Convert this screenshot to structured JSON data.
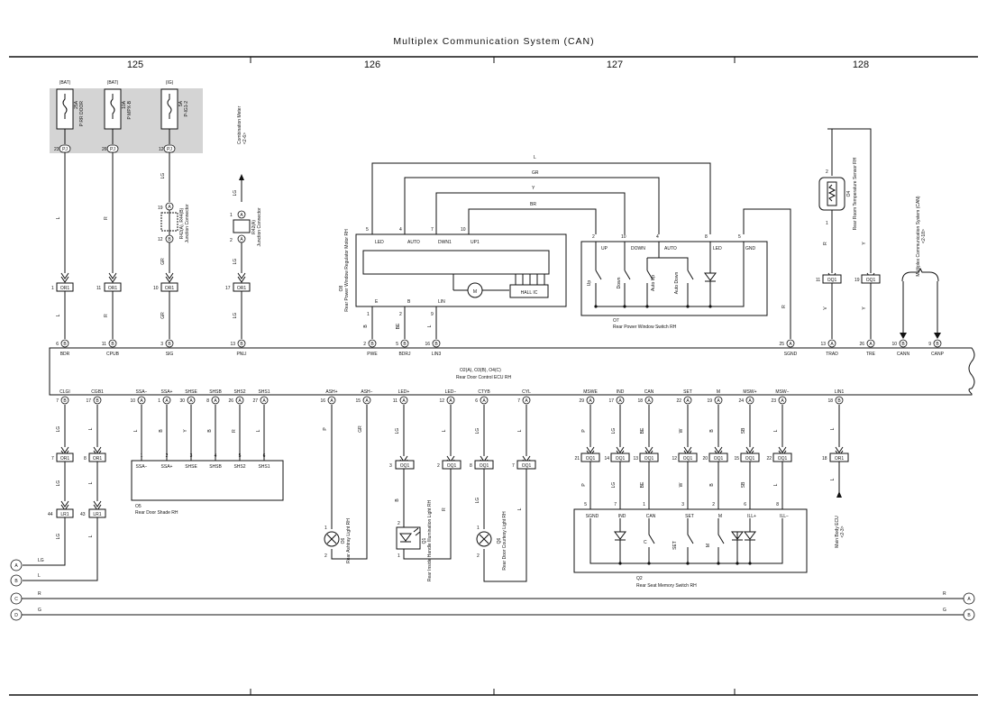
{
  "title": "Multiplex Communication System (CAN)",
  "columns": [
    "125",
    "126",
    "127",
    "128"
  ],
  "ecu": {
    "label": "O2(A), O3(B), O4(C)",
    "name": "Rear Door Control ECU RH",
    "top_pins": [
      {
        "pin": "6",
        "conn": "B",
        "name": "BDR"
      },
      {
        "pin": "11",
        "conn": "B",
        "name": "CPUB"
      },
      {
        "pin": "3",
        "conn": "B",
        "name": "SIG"
      },
      {
        "pin": "13",
        "conn": "B",
        "name": "PNLI"
      },
      {
        "pin": "2",
        "conn": "B",
        "name": "PWE"
      },
      {
        "pin": "5",
        "conn": "B",
        "name": "BDRJ"
      },
      {
        "pin": "16",
        "conn": "B",
        "name": "LIN3"
      },
      {
        "pin": "25",
        "conn": "A",
        "name": "SGND"
      },
      {
        "pin": "13",
        "conn": "A",
        "name": "TRAD"
      },
      {
        "pin": "26",
        "conn": "A",
        "name": "TRE"
      },
      {
        "pin": "10",
        "conn": "B",
        "name": "CANN"
      },
      {
        "pin": "9",
        "conn": "B",
        "name": "CANP"
      }
    ],
    "bottom_pins": [
      {
        "pin": "7",
        "conn": "B",
        "name": "CLGI"
      },
      {
        "pin": "17",
        "conn": "B",
        "name": "CGB1"
      },
      {
        "pin": "10",
        "conn": "A",
        "name": "SSA−"
      },
      {
        "pin": "1",
        "conn": "A",
        "name": "SSA+"
      },
      {
        "pin": "30",
        "conn": "A",
        "name": "SHSE"
      },
      {
        "pin": "8",
        "conn": "A",
        "name": "SHSB"
      },
      {
        "pin": "26",
        "conn": "A",
        "name": "SHS2"
      },
      {
        "pin": "27",
        "conn": "A",
        "name": "SHS1"
      },
      {
        "pin": "16",
        "conn": "A",
        "name": "ASH+"
      },
      {
        "pin": "15",
        "conn": "A",
        "name": "ASH−"
      },
      {
        "pin": "11",
        "conn": "A",
        "name": "LED+"
      },
      {
        "pin": "12",
        "conn": "A",
        "name": "LED−"
      },
      {
        "pin": "6",
        "conn": "A",
        "name": "CTYB"
      },
      {
        "pin": "7",
        "conn": "A",
        "name": "CYL"
      },
      {
        "pin": "29",
        "conn": "A",
        "name": "MSWE"
      },
      {
        "pin": "17",
        "conn": "A",
        "name": "IND"
      },
      {
        "pin": "18",
        "conn": "A",
        "name": "CAN"
      },
      {
        "pin": "22",
        "conn": "A",
        "name": "SET"
      },
      {
        "pin": "19",
        "conn": "A",
        "name": "M"
      },
      {
        "pin": "24",
        "conn": "A",
        "name": "MSW+"
      },
      {
        "pin": "23",
        "conn": "A",
        "name": "MSW−"
      },
      {
        "pin": "18",
        "conn": "B",
        "name": "LIN1"
      }
    ]
  },
  "fuses": [
    {
      "source": "(BAT)",
      "rating": "25A",
      "name": "P RR DOOR",
      "pin": "23",
      "conn": "PJ"
    },
    {
      "source": "(BAT)",
      "rating": "10A",
      "name": "P MPX-B",
      "pin": "26",
      "conn": "PJ"
    },
    {
      "source": "(IG)",
      "rating": "5A",
      "name": "P-IG1-2",
      "pin": "12",
      "conn": "PJ"
    }
  ],
  "junction_connector": {
    "id": "R42(A), R44(B)",
    "name": "Junction Connector",
    "pins": [
      "19",
      "12"
    ],
    "conns": [
      "A",
      "B"
    ]
  },
  "junction_connector2": {
    "id": "R42(A)",
    "name": "Junction Connector",
    "pins": [
      "1",
      "2"
    ],
    "conns": [
      "A",
      "A"
    ]
  },
  "combination_meter": {
    "name": "Combination Meter",
    "ref": "<2-6>"
  },
  "connectors_top": [
    {
      "pin": "1",
      "id": "OR1",
      "wire_top": "L",
      "wire_bottom": "L"
    },
    {
      "pin": "11",
      "id": "OR1",
      "wire_top": "R",
      "wire_bottom": "R"
    },
    {
      "pin": "10",
      "id": "OR1",
      "wire_top": "GR",
      "wire_bottom": "GR"
    },
    {
      "pin": "17",
      "id": "OR1",
      "wire_top": "LG",
      "wire_bottom": "LG"
    }
  ],
  "motor": {
    "id": "O8",
    "name": "Rear Power Window Regulator Motor RH",
    "pins": [
      {
        "pin": "5",
        "name": "LED"
      },
      {
        "pin": "4",
        "name": "AUTO"
      },
      {
        "pin": "7",
        "name": "DWN1"
      },
      {
        "pin": "10",
        "name": "UP1"
      }
    ],
    "bottom_pins": [
      {
        "pin": "1",
        "name": "E",
        "wire": "B"
      },
      {
        "pin": "2",
        "name": "B",
        "wire": "BE"
      },
      {
        "pin": "9",
        "name": "LIN",
        "wire": "L"
      }
    ],
    "motor_label": "M",
    "ic_label": "HALL IC"
  },
  "window_switch": {
    "id": "O7",
    "name": "Rear Power Window Switch RH",
    "pins": [
      {
        "pin": "2",
        "name": "UP"
      },
      {
        "pin": "10",
        "name": "DOWN"
      },
      {
        "pin": "4",
        "name": "AUTO"
      },
      {
        "pin": "8",
        "name": "LED"
      },
      {
        "pin": "5",
        "name": "GND"
      }
    ],
    "switches": [
      "Up",
      "Down",
      "Auto Up",
      "Auto Down"
    ]
  },
  "wires_top": [
    {
      "label": "L"
    },
    {
      "label": "GR"
    },
    {
      "label": "Y"
    },
    {
      "label": "BR"
    }
  ],
  "temp_sensor": {
    "id": "O4",
    "name": "Rear Room Temperature Sensor RH",
    "pins": [
      "2",
      "1"
    ],
    "wires": [
      "R",
      "Y"
    ]
  },
  "oq_top": [
    {
      "pin": "11",
      "id": "OQ1",
      "wire": "V"
    },
    {
      "pin": "19",
      "id": "OQ1",
      "wire": "Y"
    }
  ],
  "mpx_ref": {
    "name": "Multiplex Communication System (CAN)",
    "ref": "<2-18>"
  },
  "shade": {
    "id": "O5",
    "name": "Rear Door Shade RH",
    "pins": [
      {
        "pin": "1",
        "name": "SSA−",
        "wire": "L"
      },
      {
        "pin": "2",
        "name": "SSA+",
        "wire": "B"
      },
      {
        "pin": "3",
        "name": "SHSE",
        "wire": "Y"
      },
      {
        "pin": "4",
        "name": "SHSB",
        "wire": "B"
      },
      {
        "pin": "5",
        "name": "SHS2",
        "wire": "R"
      },
      {
        "pin": "6",
        "name": "SHS1",
        "wire": "L"
      }
    ]
  },
  "bottom_left": [
    {
      "pin": "7",
      "id": "OR1",
      "lr_pin": "44",
      "lr_id": "LR1",
      "wire": "LG"
    },
    {
      "pin": "8",
      "id": "OR1",
      "lr_pin": "43",
      "lr_id": "LR1",
      "wire": "L"
    }
  ],
  "ashtray": {
    "id": "O6",
    "name": "Rear Ashtray Light RH",
    "wires": [
      "P",
      "GR"
    ],
    "pins": [
      "1",
      "2"
    ]
  },
  "illum": {
    "id": "Q1",
    "name": "Rear Inside Handle Illumination Light RH",
    "oq": [
      {
        "pin": "3",
        "id": "OQ1",
        "wire": "B"
      },
      {
        "pin": "2",
        "id": "OQ1",
        "wire": "R"
      }
    ],
    "pins": [
      "2",
      "1"
    ],
    "wires": [
      "LG",
      "L"
    ]
  },
  "courtesy": {
    "id": "Q6",
    "name": "Rear Door Courtesy Light RH",
    "oq": [
      {
        "pin": "8",
        "id": "OQ1",
        "wire": "LG"
      },
      {
        "pin": "7",
        "id": "OQ1",
        "wire": "L"
      }
    ],
    "pins": [
      "1",
      "2"
    ]
  },
  "memory_switch": {
    "id": "Q2",
    "name": "Rear Seat Memory Switch RH",
    "oq": [
      {
        "pin": "21",
        "id": "OQ1",
        "wire": "P"
      },
      {
        "pin": "14",
        "id": "OQ1",
        "wire": "LG"
      },
      {
        "pin": "13",
        "id": "OQ1",
        "wire": "BE"
      },
      {
        "pin": "12",
        "id": "OQ1",
        "wire": "W"
      },
      {
        "pin": "20",
        "id": "OQ1",
        "wire": "B"
      },
      {
        "pin": "15",
        "id": "OQ1",
        "wire": "SB"
      },
      {
        "pin": "22",
        "id": "OQ1",
        "wire": "L"
      }
    ],
    "pins": [
      {
        "pin": "5",
        "name": "SGND"
      },
      {
        "pin": "7",
        "name": "IND"
      },
      {
        "pin": "1",
        "name": "CAN"
      },
      {
        "pin": "3",
        "name": "SET"
      },
      {
        "pin": "2",
        "name": "M"
      },
      {
        "pin": "6",
        "name": "ILL+"
      },
      {
        "pin": "8",
        "name": "ILL−"
      }
    ],
    "switch_labels": [
      "C",
      "SET",
      "M"
    ]
  },
  "lin1": {
    "oq_pin": "18",
    "oq_id": "OR1",
    "wire": "L",
    "target": "Main Body ECU",
    "ref": "<2-3>"
  },
  "bus_lines": [
    {
      "id": "A",
      "wire": "LG"
    },
    {
      "id": "B",
      "wire": "L"
    },
    {
      "id": "C",
      "wire": "R"
    },
    {
      "id": "D",
      "wire": "G"
    }
  ],
  "gray_wires": {
    "sgnd": "R",
    "trad_top": "R"
  }
}
